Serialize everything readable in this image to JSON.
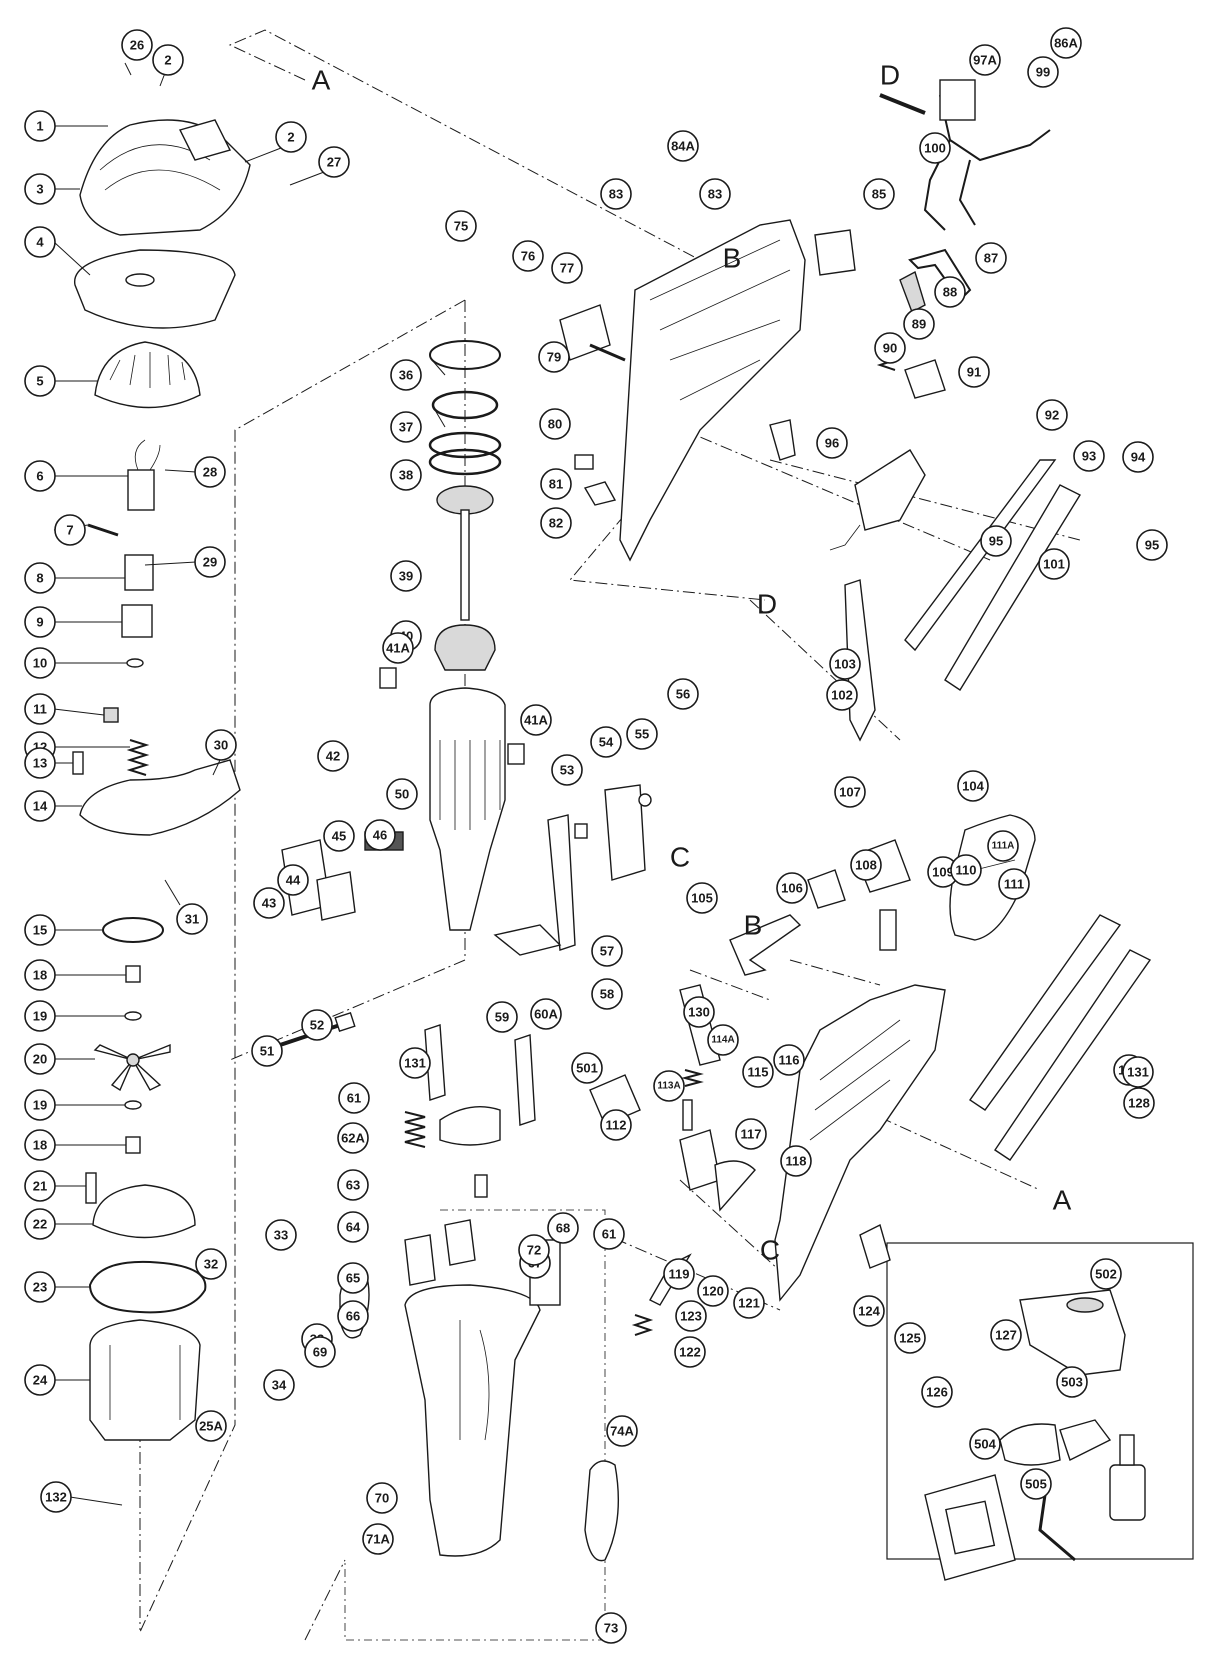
{
  "callouts": [
    {
      "label": "1"
    },
    {
      "label": "2"
    },
    {
      "label": "2"
    },
    {
      "label": "3"
    },
    {
      "label": "4"
    },
    {
      "label": "5"
    },
    {
      "label": "6"
    },
    {
      "label": "7"
    },
    {
      "label": "8"
    },
    {
      "label": "9"
    },
    {
      "label": "10"
    },
    {
      "label": "11"
    },
    {
      "label": "12"
    },
    {
      "label": "13"
    },
    {
      "label": "14"
    },
    {
      "label": "15"
    },
    {
      "label": "18"
    },
    {
      "label": "19"
    },
    {
      "label": "20"
    },
    {
      "label": "19"
    },
    {
      "label": "18"
    },
    {
      "label": "21"
    },
    {
      "label": "22"
    },
    {
      "label": "23"
    },
    {
      "label": "24"
    },
    {
      "label": "132"
    },
    {
      "label": "26"
    },
    {
      "label": "27"
    },
    {
      "label": "28"
    },
    {
      "label": "29"
    },
    {
      "label": "30"
    },
    {
      "label": "31"
    },
    {
      "label": "32"
    },
    {
      "label": "33"
    },
    {
      "label": "33"
    },
    {
      "label": "34"
    },
    {
      "label": "25A"
    },
    {
      "label": "36"
    },
    {
      "label": "37"
    },
    {
      "label": "38"
    },
    {
      "label": "39"
    },
    {
      "label": "40"
    },
    {
      "label": "41A"
    },
    {
      "label": "41A"
    },
    {
      "label": "42"
    },
    {
      "label": "43"
    },
    {
      "label": "44"
    },
    {
      "label": "45"
    },
    {
      "label": "46"
    },
    {
      "label": "50"
    },
    {
      "label": "51"
    },
    {
      "label": "52"
    },
    {
      "label": "53"
    },
    {
      "label": "54"
    },
    {
      "label": "55"
    },
    {
      "label": "56"
    },
    {
      "label": "57"
    },
    {
      "label": "58"
    },
    {
      "label": "59"
    },
    {
      "label": "60A"
    },
    {
      "label": "61"
    },
    {
      "label": "61"
    },
    {
      "label": "62A"
    },
    {
      "label": "63"
    },
    {
      "label": "64"
    },
    {
      "label": "65"
    },
    {
      "label": "66"
    },
    {
      "label": "67"
    },
    {
      "label": "68"
    },
    {
      "label": "69"
    },
    {
      "label": "70"
    },
    {
      "label": "71A"
    },
    {
      "label": "72"
    },
    {
      "label": "73"
    },
    {
      "label": "74A"
    },
    {
      "label": "75"
    },
    {
      "label": "76"
    },
    {
      "label": "77"
    },
    {
      "label": "79"
    },
    {
      "label": "80"
    },
    {
      "label": "81"
    },
    {
      "label": "82"
    },
    {
      "label": "83"
    },
    {
      "label": "83"
    },
    {
      "label": "84A"
    },
    {
      "label": "85"
    },
    {
      "label": "86A"
    },
    {
      "label": "87"
    },
    {
      "label": "88"
    },
    {
      "label": "89"
    },
    {
      "label": "90"
    },
    {
      "label": "91"
    },
    {
      "label": "92"
    },
    {
      "label": "93"
    },
    {
      "label": "94"
    },
    {
      "label": "95"
    },
    {
      "label": "95"
    },
    {
      "label": "96"
    },
    {
      "label": "97A"
    },
    {
      "label": "99"
    },
    {
      "label": "100"
    },
    {
      "label": "101"
    },
    {
      "label": "102"
    },
    {
      "label": "103"
    },
    {
      "label": "104"
    },
    {
      "label": "105"
    },
    {
      "label": "106"
    },
    {
      "label": "107"
    },
    {
      "label": "108"
    },
    {
      "label": "109"
    },
    {
      "label": "110"
    },
    {
      "label": "111A"
    },
    {
      "label": "111"
    },
    {
      "label": "112"
    },
    {
      "label": "113A"
    },
    {
      "label": "114A"
    },
    {
      "label": "115"
    },
    {
      "label": "116"
    },
    {
      "label": "117"
    },
    {
      "label": "118"
    },
    {
      "label": "119"
    },
    {
      "label": "120"
    },
    {
      "label": "121"
    },
    {
      "label": "122"
    },
    {
      "label": "123"
    },
    {
      "label": "124"
    },
    {
      "label": "125"
    },
    {
      "label": "126"
    },
    {
      "label": "127"
    },
    {
      "label": "128"
    },
    {
      "label": "129"
    },
    {
      "label": "130"
    },
    {
      "label": "131"
    },
    {
      "label": "131"
    },
    {
      "label": "501"
    },
    {
      "label": "502"
    },
    {
      "label": "503"
    },
    {
      "label": "504"
    },
    {
      "label": "505"
    }
  ],
  "section_letters": [
    {
      "label": "A"
    },
    {
      "label": "A"
    },
    {
      "label": "B"
    },
    {
      "label": "B"
    },
    {
      "label": "C"
    },
    {
      "label": "C"
    },
    {
      "label": "D"
    },
    {
      "label": "D"
    }
  ]
}
